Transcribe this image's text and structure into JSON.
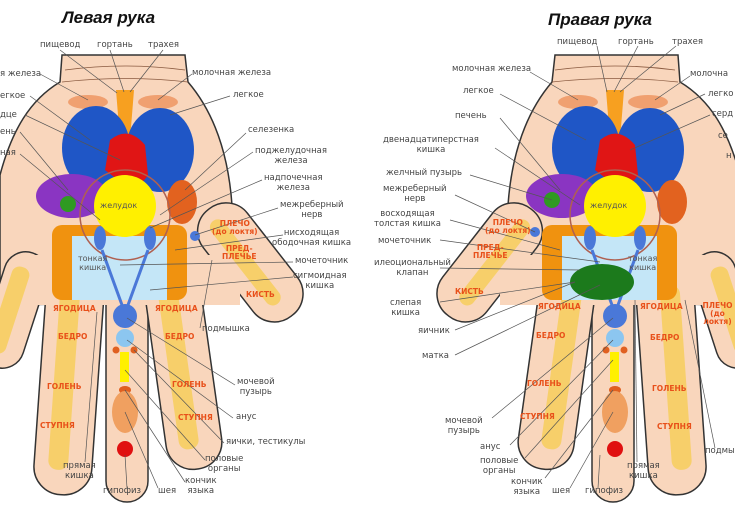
{
  "left": {
    "title": "Левая рука",
    "labels": {
      "esophagus": "пищевод",
      "larynx": "гортань",
      "trachea": "трахея",
      "mammary": "молочная железа",
      "lung": "легкое",
      "spleen": "селезенка",
      "pancreas": "поджелудочная\nжелеза",
      "adrenal": "надпочечная\nжелеза",
      "intercostal": "межреберный\nнерв",
      "descending_colon": "нисходящая\nободочная кишка",
      "ureter": "мочеточник",
      "sigmoid": "сигмоидная\nкишка",
      "armpit": "подмышка",
      "bladder": "мочевой\nпузырь",
      "anus": "анус",
      "testes": "яички, тестикулы",
      "genitals": "половые\nорганы",
      "tongue_tip": "кончик\nязыка",
      "neck": "шея",
      "pituitary": "гипофиз",
      "rectum": "прямая\nкишка",
      "cut_mammary": "я железа",
      "cut_lung": "егкое",
      "cut_heart": "дце",
      "cut_liver": "ень",
      "cut_duodenum": "ная"
    },
    "inner": {
      "stomach": "желудок",
      "small_intestine": "тонкая\nкишка",
      "shoulder": "ПЛЕЧО\n(до локтя)",
      "forearm": "ПРЕД-\nПЛЕЧЬЕ",
      "hand": "КИСТЬ",
      "buttock": "ЯГОДИЦА",
      "thigh": "БЕДРО",
      "shin": "ГОЛЕНЬ",
      "foot": "СТУПНЯ"
    }
  },
  "right": {
    "title": "Правая рука",
    "labels": {
      "esophagus": "пищевод",
      "larynx": "гортань",
      "trachea": "трахея",
      "mammary": "молочная железа",
      "lung": "легкое",
      "liver": "печень",
      "duodenum": "двенадцатиперстная\nкишка",
      "gallbladder": "желчный пузырь",
      "intercostal": "межреберный\nнерв",
      "ascending_colon": "восходящая\nтолстая кишка",
      "ureter": "мочеточник",
      "ileocecal": "илеоциональный\nклапан",
      "cecum": "слепая\nкишка",
      "ovary": "яичник",
      "uterus": "матка",
      "bladder": "мочевой\nпузырь",
      "anus": "анус",
      "genitals": "половые\nорганы",
      "tongue_tip": "кончик\nязыка",
      "neck": "шея",
      "pituitary": "гипофиз",
      "rectum": "прямая\nкишка",
      "armpit": "подмы",
      "cut_mammary": "молочна",
      "cut_lung": "легко",
      "cut_heart": "серд",
      "cut_spleen": "се",
      "cut_pancreas": "н"
    },
    "inner": {
      "stomach": "желудок",
      "small_intestine": "тонкая\nкишка",
      "shoulder": "ПЛЕЧО\n(до локтя)",
      "forearm": "ПРЕД-\nПЛЕЧЬЕ",
      "hand": "КИСТЬ",
      "buttock": "ЯГОДИЦА",
      "thigh": "БЕДРО",
      "shin": "ГОЛЕНЬ",
      "foot": "СТУПНЯ"
    }
  },
  "colors": {
    "skin": "#f9d6bc",
    "lung": "#1f56c6",
    "heart": "#e01515",
    "liver": "#8a35c2",
    "gallbladder": "#2f9a22",
    "stomach": "#fff000",
    "spleen": "#e2621f",
    "colon": "#f0920f",
    "small_intestine": "#c4e6f7",
    "bone": "#f7cf6a",
    "uterus": "#1c7a1c"
  }
}
